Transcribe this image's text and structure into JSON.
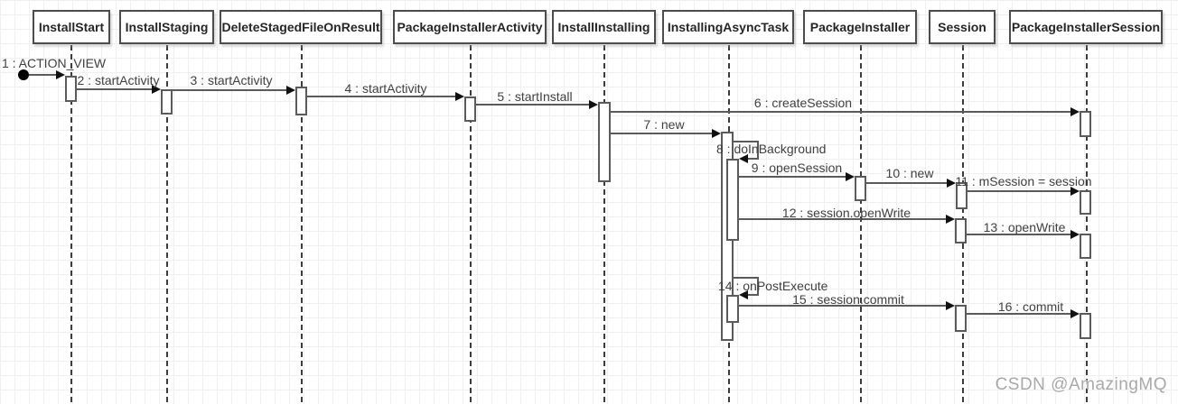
{
  "diagram": {
    "type": "uml-sequence-diagram",
    "subject": "Android PackageInstaller install flow",
    "participants": [
      {
        "name": "InstallStart"
      },
      {
        "name": "InstallStaging"
      },
      {
        "name": "DeleteStagedFileOnResult"
      },
      {
        "name": "PackageInstallerActivity"
      },
      {
        "name": "InstallInstalling"
      },
      {
        "name": "InstallingAsyncTask"
      },
      {
        "name": "PackageInstaller"
      },
      {
        "name": "Session"
      },
      {
        "name": "PackageInstallerSession"
      }
    ],
    "messages": [
      {
        "order": 1,
        "label": "1 : ACTION_VIEW",
        "from": "initial-node",
        "to": "InstallStart"
      },
      {
        "order": 2,
        "label": "2 : startActivity",
        "from": "InstallStart",
        "to": "InstallStaging"
      },
      {
        "order": 3,
        "label": "3 : startActivity",
        "from": "InstallStaging",
        "to": "DeleteStagedFileOnResult"
      },
      {
        "order": 4,
        "label": "4 : startActivity",
        "from": "DeleteStagedFileOnResult",
        "to": "PackageInstallerActivity"
      },
      {
        "order": 5,
        "label": "5 : startInstall",
        "from": "PackageInstallerActivity",
        "to": "InstallInstalling"
      },
      {
        "order": 6,
        "label": "6 : createSession",
        "from": "InstallInstalling",
        "to": "PackageInstallerSession"
      },
      {
        "order": 7,
        "label": "7 : new",
        "from": "InstallInstalling",
        "to": "InstallingAsyncTask"
      },
      {
        "order": 8,
        "label": "8 : doInBackground",
        "from": "InstallingAsyncTask",
        "to": "InstallingAsyncTask",
        "self": true
      },
      {
        "order": 9,
        "label": "9 : openSession",
        "from": "InstallingAsyncTask",
        "to": "PackageInstaller"
      },
      {
        "order": 10,
        "label": "10 : new",
        "from": "PackageInstaller",
        "to": "Session"
      },
      {
        "order": 11,
        "label": "11 : mSession = session",
        "from": "Session",
        "to": "PackageInstallerSession"
      },
      {
        "order": 12,
        "label": "12 : session.openWrite",
        "from": "InstallingAsyncTask",
        "to": "Session"
      },
      {
        "order": 13,
        "label": "13 : openWrite",
        "from": "Session",
        "to": "PackageInstallerSession"
      },
      {
        "order": 14,
        "label": "14 : onPostExecute",
        "from": "InstallingAsyncTask",
        "to": "InstallingAsyncTask",
        "self": true
      },
      {
        "order": 15,
        "label": "15 : session.commit",
        "from": "InstallingAsyncTask",
        "to": "Session"
      },
      {
        "order": 16,
        "label": "16 : commit",
        "from": "Session",
        "to": "PackageInstallerSession"
      }
    ],
    "colors": {
      "background": "#ffffff",
      "grid_line": "#f0f0f2",
      "box_border": "#4d4d4d",
      "message_line": "#5b5b5b",
      "arrowhead": "#111111",
      "text": "#404040",
      "watermark": "#a9a9a9"
    },
    "watermark": "CSDN @AmazingMQ"
  }
}
